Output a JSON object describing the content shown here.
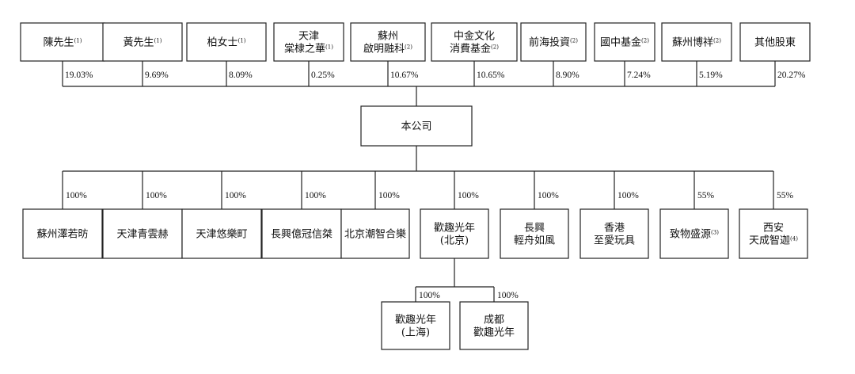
{
  "shareholders": [
    {
      "lines": [
        "陳先生"
      ],
      "note": "(1)",
      "pct": "19.03%"
    },
    {
      "lines": [
        "黃先生"
      ],
      "note": "(1)",
      "pct": "9.69%"
    },
    {
      "lines": [
        "柏女士"
      ],
      "note": "(1)",
      "pct": "8.09%"
    },
    {
      "lines": [
        "天津",
        "棠棣之華"
      ],
      "note": "(1)",
      "pct": "0.25%"
    },
    {
      "lines": [
        "蘇州",
        "啟明融科"
      ],
      "note": "(2)",
      "pct": "10.67%"
    },
    {
      "lines": [
        "中金文化",
        "消費基金"
      ],
      "note": "(2)",
      "pct": "10.65%"
    },
    {
      "lines": [
        "前海投資"
      ],
      "note": "(2)",
      "pct": "8.90%"
    },
    {
      "lines": [
        "國中基金"
      ],
      "note": "(2)",
      "pct": "7.24%"
    },
    {
      "lines": [
        "蘇州博祥"
      ],
      "note": "(2)",
      "pct": "5.19%"
    },
    {
      "lines": [
        "其他股東"
      ],
      "note": "",
      "pct": "20.27%"
    }
  ],
  "company": {
    "label": "本公司"
  },
  "subsidiaries": [
    {
      "lines": [
        "蘇州澤若昉"
      ],
      "note": "",
      "pct": "100%"
    },
    {
      "lines": [
        "天津青雲赫"
      ],
      "note": "",
      "pct": "100%"
    },
    {
      "lines": [
        "天津悠樂町"
      ],
      "note": "",
      "pct": "100%"
    },
    {
      "lines": [
        "長興億冠信桀"
      ],
      "note": "",
      "pct": "100%"
    },
    {
      "lines": [
        "北京潮智合樂"
      ],
      "note": "",
      "pct": "100%"
    },
    {
      "lines": [
        "歡趣光年",
        "(北京)"
      ],
      "note": "",
      "pct": "100%"
    },
    {
      "lines": [
        "長興",
        "輕舟如風"
      ],
      "note": "",
      "pct": "100%"
    },
    {
      "lines": [
        "香港",
        "至愛玩具"
      ],
      "note": "",
      "pct": "100%"
    },
    {
      "lines": [
        "致物盛源"
      ],
      "note": "(3)",
      "pct": "55%"
    },
    {
      "lines": [
        "西安",
        "天成智迦"
      ],
      "note": "(4)",
      "pct": "55%"
    }
  ],
  "grandchildren": [
    {
      "lines": [
        "歡趣光年",
        "(上海)"
      ],
      "note": "",
      "pct": "100%"
    },
    {
      "lines": [
        "成都",
        "歡趣光年"
      ],
      "note": "",
      "pct": "100%"
    }
  ]
}
